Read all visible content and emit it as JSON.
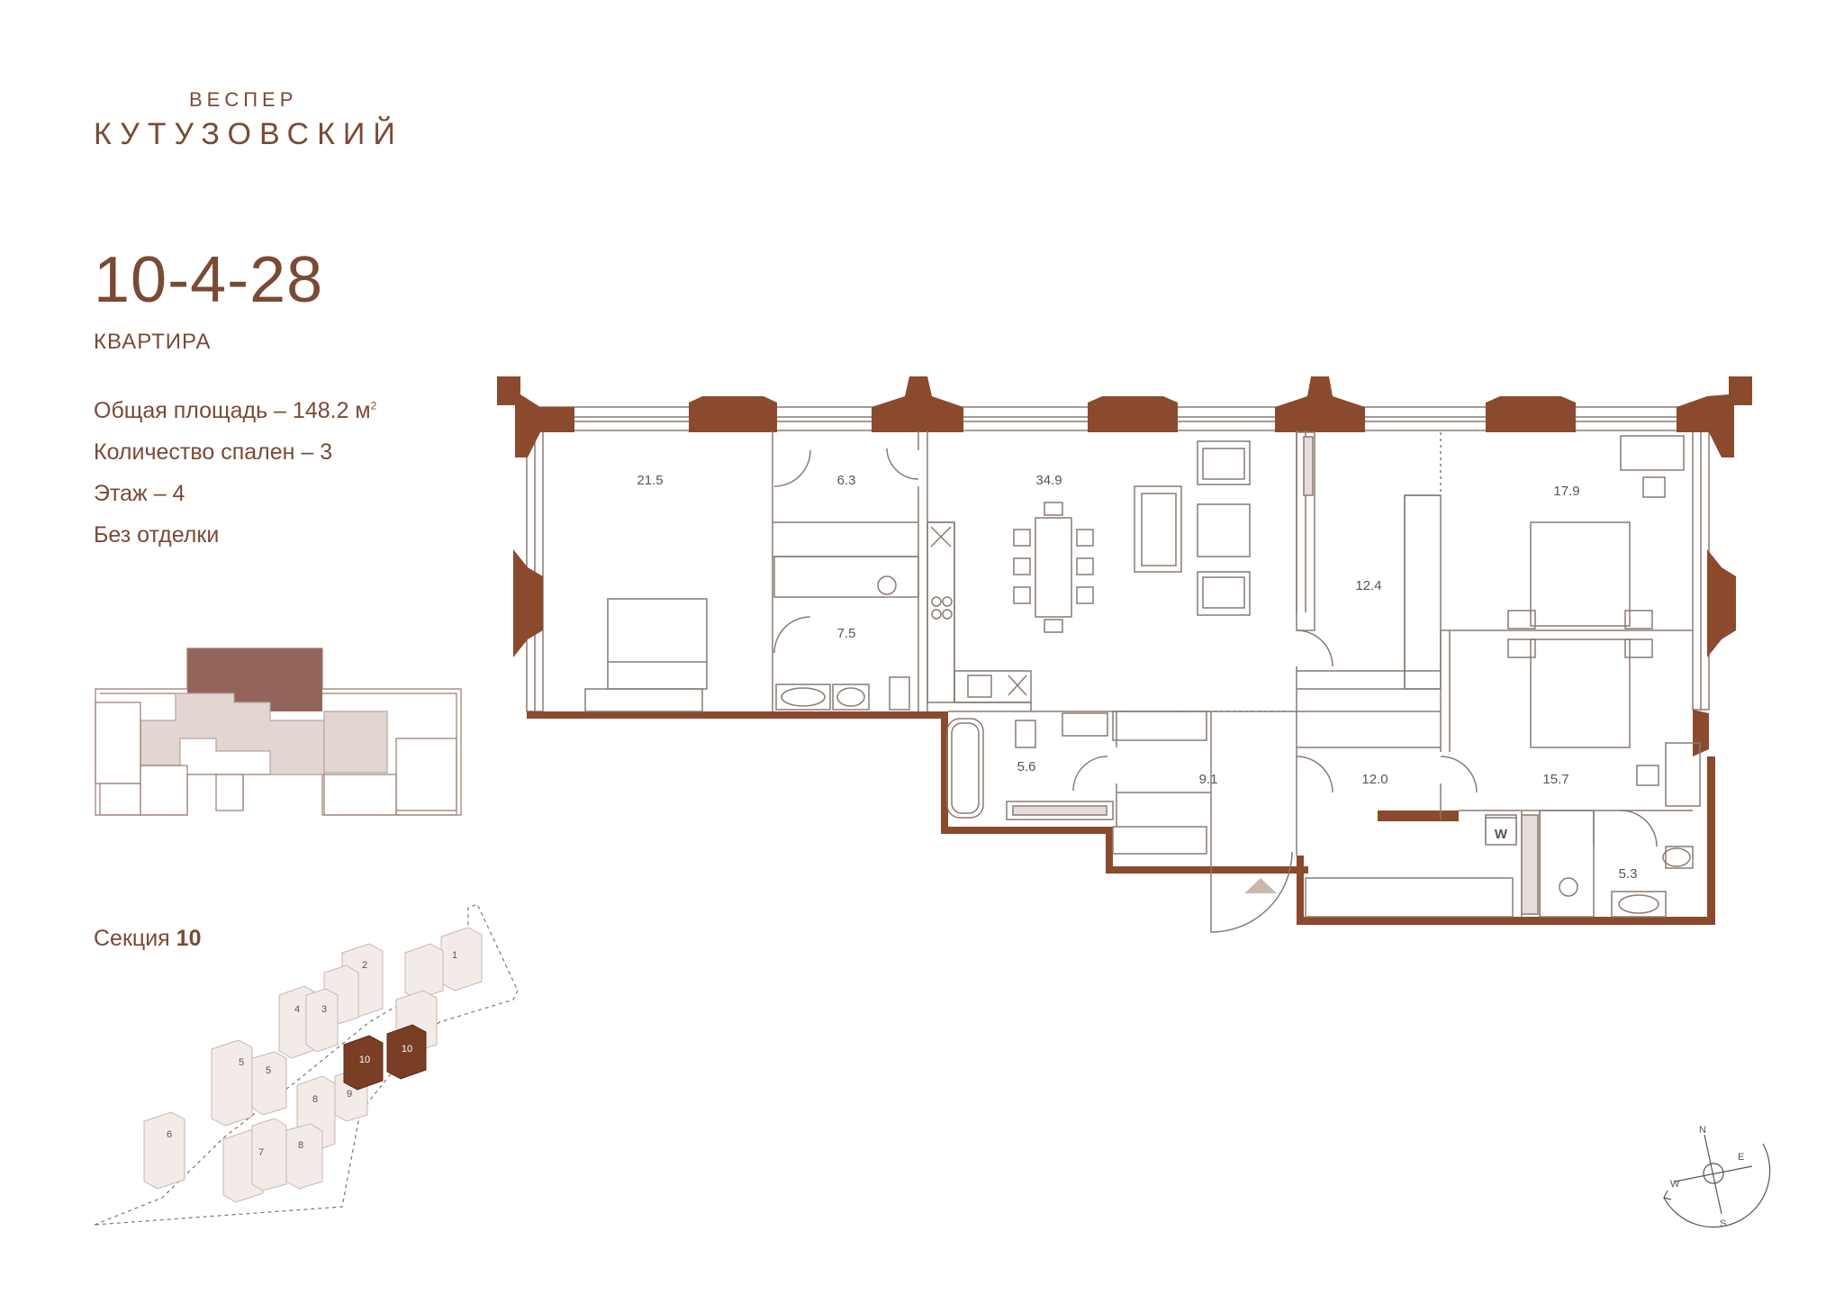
{
  "brand": {
    "top": "ВЕСПЕР",
    "name": "КУТУЗОВСКИЙ"
  },
  "apartment": {
    "number": "10-4-28",
    "type": "КВАРТИРА",
    "total_area": "Общая площадь – 148.2 м",
    "area_sup": "2",
    "bedrooms": "Количество спален – 3",
    "floor": "Этаж – 4",
    "finish": "Без отделки"
  },
  "section": {
    "label": "Секция",
    "number": "10"
  },
  "rooms": [
    "21.5",
    "6.3",
    "34.9",
    "17.9",
    "7.5",
    "12.4",
    "5.6",
    "9.1",
    "12.0",
    "15.7",
    "5.3"
  ],
  "wardrobe_mark": "W",
  "buildings": [
    "1",
    "2",
    "3",
    "4",
    "5",
    "5",
    "6",
    "7",
    "8",
    "8",
    "9",
    "10",
    "10"
  ],
  "compass": {
    "n": "N",
    "e": "E",
    "s": "S",
    "w": "W"
  },
  "colors": {
    "accent": "#7a4a35",
    "wall": "#8b4a2e",
    "highlight": "#93655a",
    "common": "#e3d6d2"
  }
}
